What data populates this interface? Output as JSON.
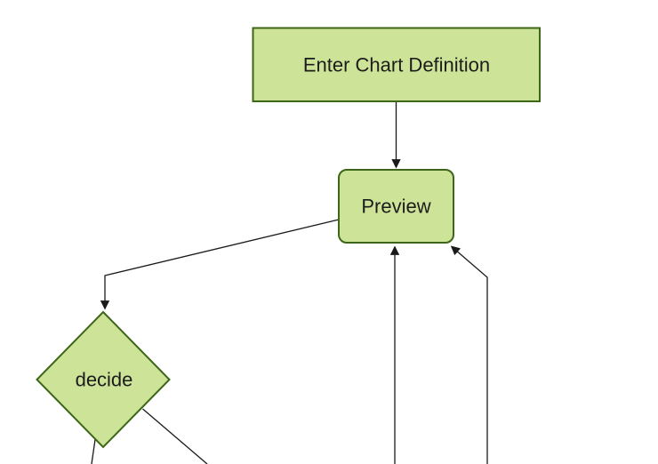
{
  "diagram": {
    "type": "flowchart",
    "orientation": "top-down",
    "background": "#ffffff",
    "theme": {
      "node_fill": "#cde498",
      "node_stroke": "#3d6618",
      "edge_color": "#1a1a1a",
      "text_color": "#1c1c1c"
    },
    "nodes": [
      {
        "id": "enter-chart-definition",
        "label": "Enter Chart Definition",
        "shape": "rectangle"
      },
      {
        "id": "preview",
        "label": "Preview",
        "shape": "rounded-rectangle"
      },
      {
        "id": "decide",
        "label": "decide",
        "shape": "diamond"
      }
    ],
    "edges": [
      {
        "from": "enter-chart-definition",
        "to": "preview",
        "arrowhead_visible": true
      },
      {
        "from": "preview",
        "to": "decide",
        "arrowhead_visible": true
      },
      {
        "from": "offscreen-bottom",
        "to": "preview",
        "arrowhead_visible": true
      },
      {
        "from": "offscreen-bottom-right",
        "to": "preview",
        "arrowhead_visible": true
      },
      {
        "from": "decide",
        "to": "offscreen-bottom-left",
        "arrowhead_visible": false
      },
      {
        "from": "decide",
        "to": "offscreen-bottom-right",
        "arrowhead_visible": false
      }
    ]
  }
}
